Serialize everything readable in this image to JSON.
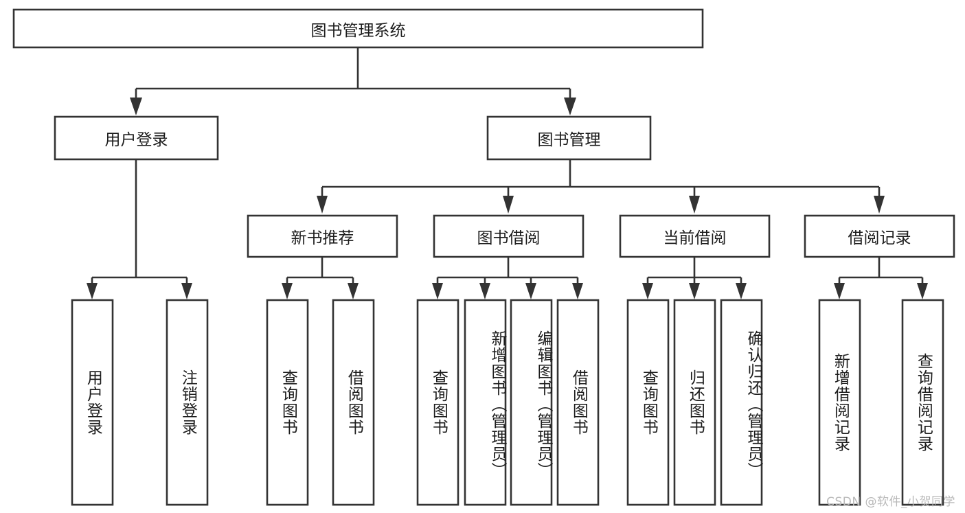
{
  "diagram": {
    "type": "tree-hierarchy",
    "title": "图书管理系统",
    "root": {
      "id": "root",
      "label": "图书管理系统"
    },
    "level2": [
      {
        "id": "user-login",
        "label": "用户登录"
      },
      {
        "id": "book-manage",
        "label": "图书管理"
      }
    ],
    "level3": [
      {
        "id": "new-book-rec",
        "label": "新书推荐",
        "parent": "book-manage"
      },
      {
        "id": "book-borrow",
        "label": "图书借阅",
        "parent": "book-manage"
      },
      {
        "id": "current-borrow",
        "label": "当前借阅",
        "parent": "book-manage"
      },
      {
        "id": "borrow-record",
        "label": "借阅记录",
        "parent": "book-manage"
      }
    ],
    "leaves": [
      {
        "id": "leaf-user-login",
        "label": "用户登录",
        "parent": "user-login"
      },
      {
        "id": "leaf-user-logout",
        "label": "注销登录",
        "parent": "user-login"
      },
      {
        "id": "leaf-query-book-1",
        "label": "查询图书",
        "parent": "new-book-rec"
      },
      {
        "id": "leaf-borrow-book-1",
        "label": "借阅图书",
        "parent": "new-book-rec"
      },
      {
        "id": "leaf-query-book-2",
        "label": "查询图书",
        "parent": "book-borrow"
      },
      {
        "id": "leaf-add-book",
        "label": "新增图书（管理员）",
        "parent": "book-borrow"
      },
      {
        "id": "leaf-edit-book",
        "label": "编辑图书（管理员）",
        "parent": "book-borrow"
      },
      {
        "id": "leaf-borrow-book-2",
        "label": "借阅图书",
        "parent": "book-borrow"
      },
      {
        "id": "leaf-query-book-3",
        "label": "查询图书",
        "parent": "current-borrow"
      },
      {
        "id": "leaf-return-book",
        "label": "归还图书",
        "parent": "current-borrow"
      },
      {
        "id": "leaf-confirm-return",
        "label": "确认归还（管理员）",
        "parent": "current-borrow"
      },
      {
        "id": "leaf-add-record",
        "label": "新增借阅记录",
        "parent": "borrow-record"
      },
      {
        "id": "leaf-query-record",
        "label": "查询借阅记录",
        "parent": "borrow-record"
      }
    ],
    "colors": {
      "box_stroke": "#333333",
      "box_fill": "#ffffff",
      "text": "#1c1c1c",
      "watermark": "#b9b9b9"
    }
  },
  "watermark": {
    "text": "CSDN @软件_小贺同学"
  }
}
